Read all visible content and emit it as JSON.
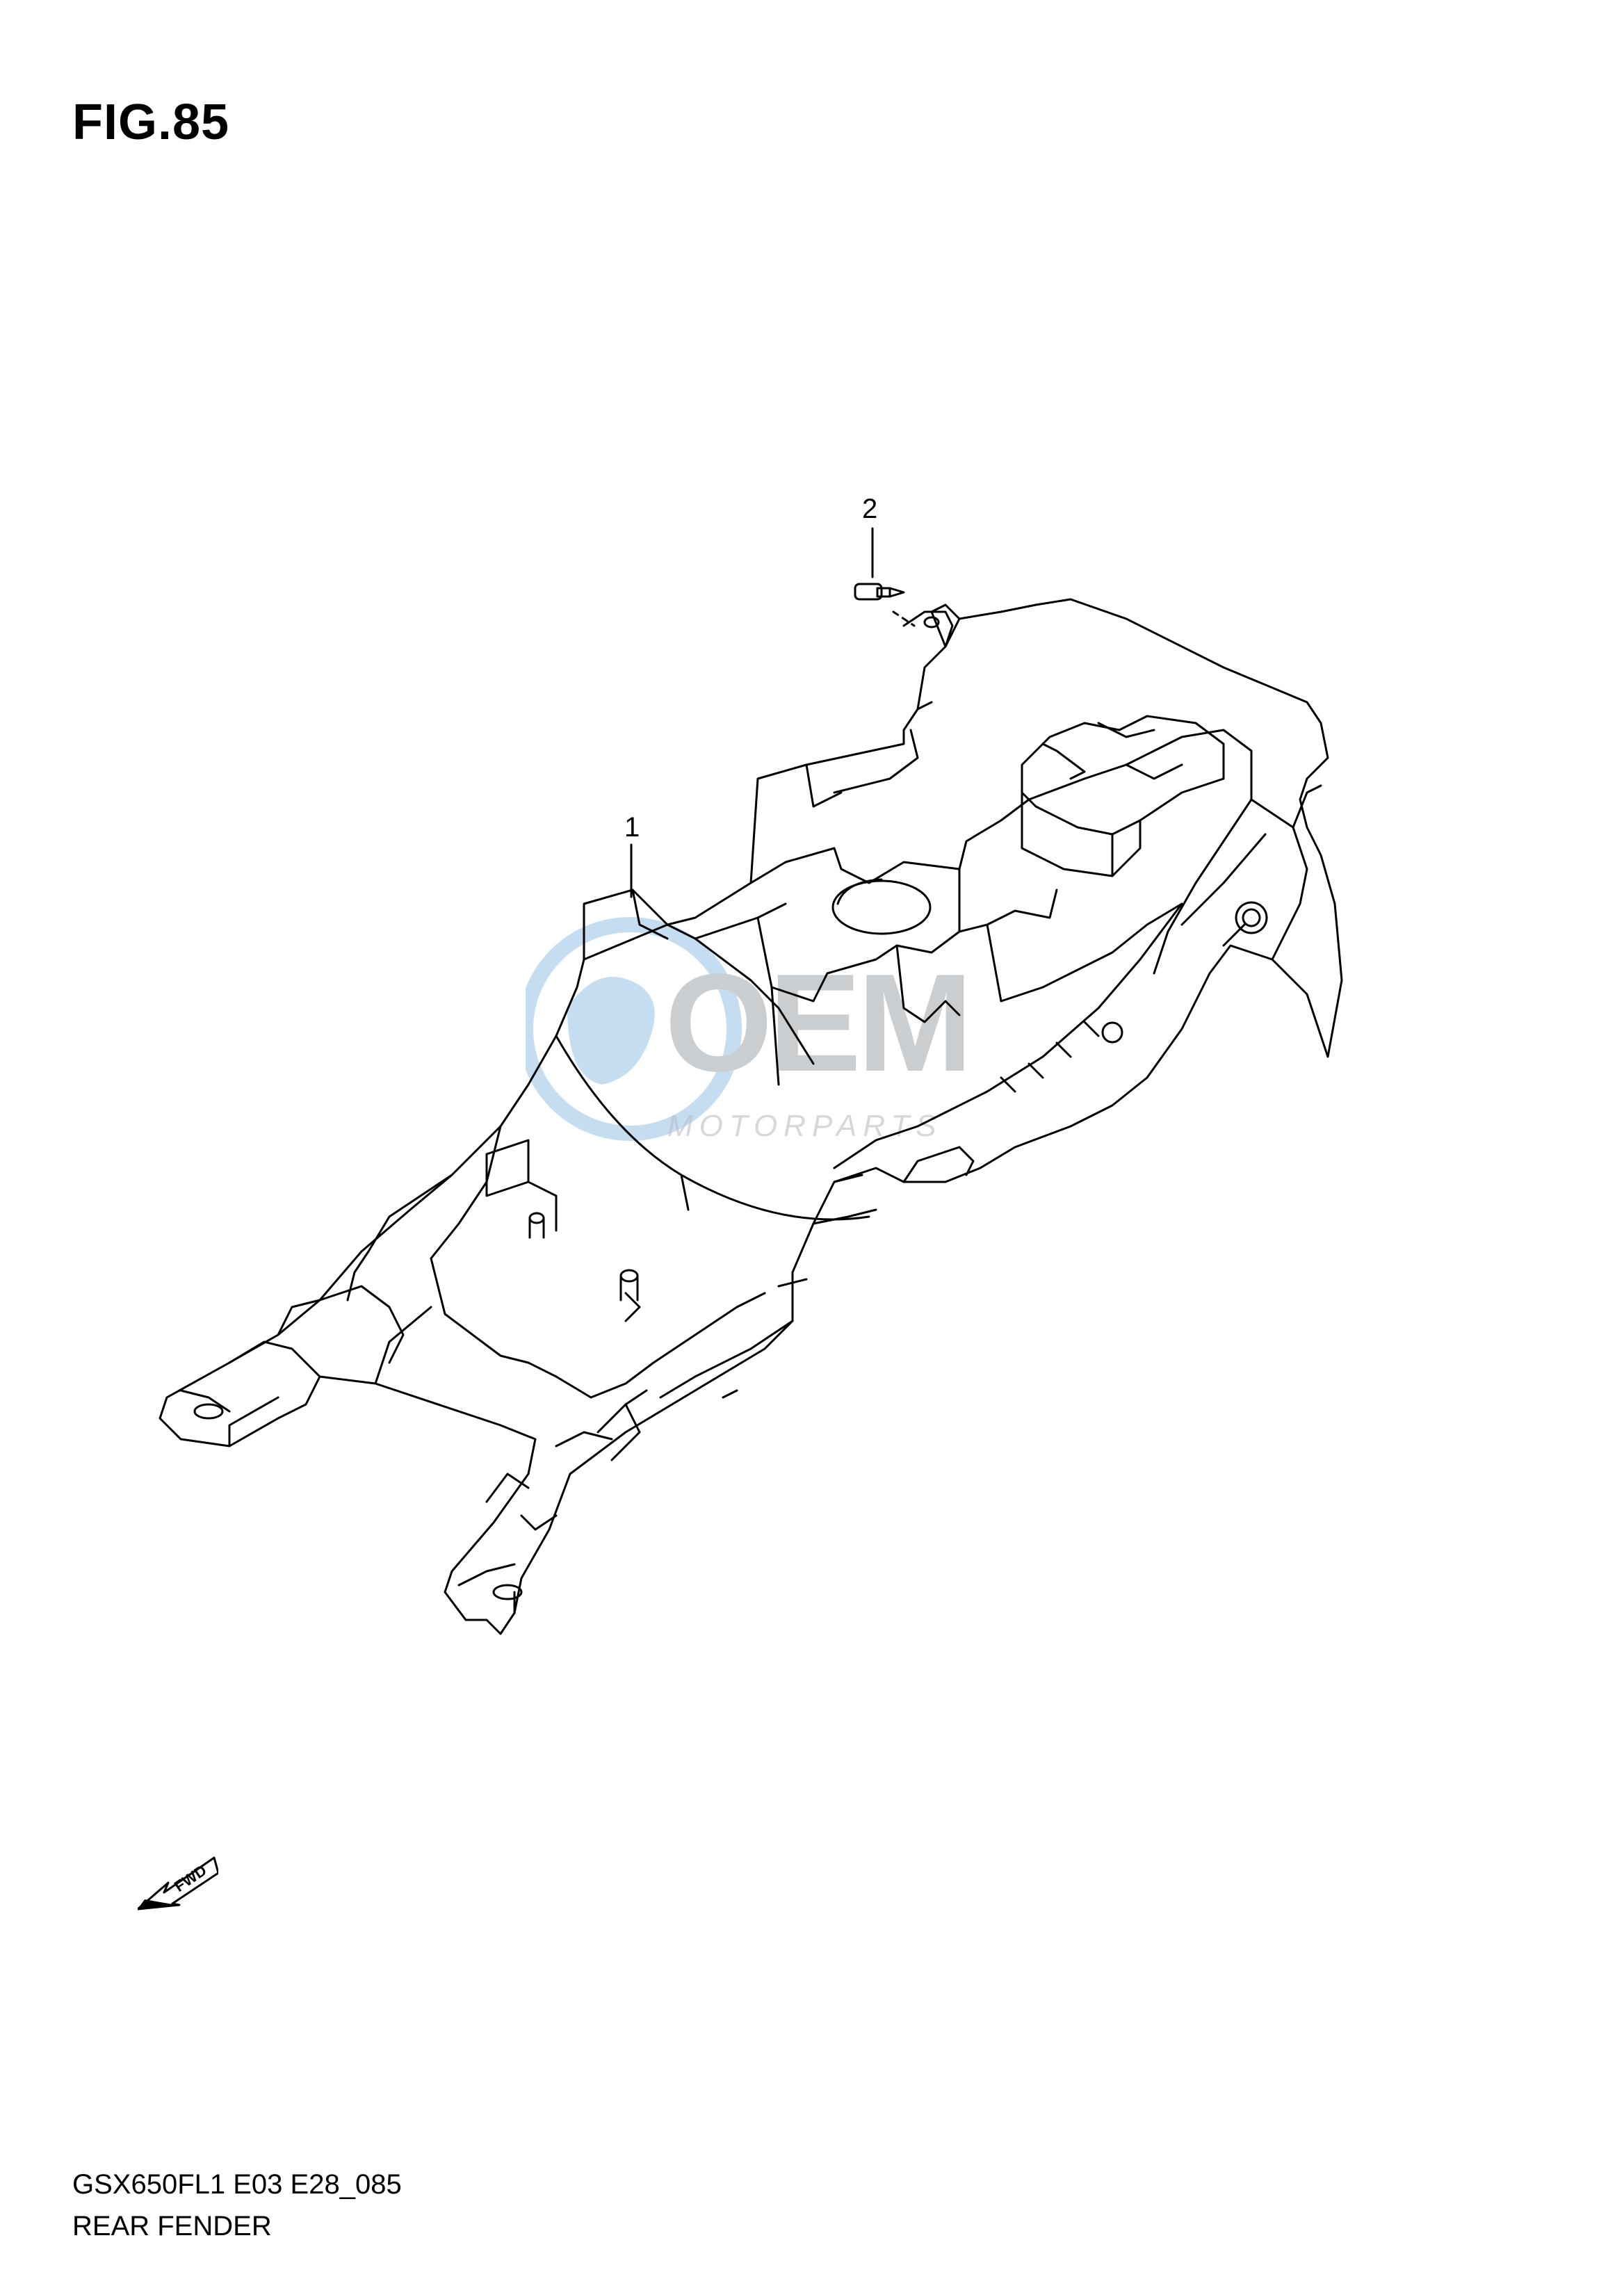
{
  "figure": {
    "title": "FIG.85",
    "code": "GSX650FL1 E03 E28_085",
    "name": "REAR FENDER"
  },
  "callouts": [
    {
      "number": "1",
      "part": "rear fender"
    },
    {
      "number": "2",
      "part": "bolt"
    }
  ],
  "direction_indicator": {
    "label": "FWD",
    "icon": "fwd-arrow-icon"
  },
  "watermark": {
    "logo_text": "OEM",
    "tagline": "MOTORPARTS"
  },
  "colors": {
    "line": "#000000",
    "watermark_gray": "#8e959b",
    "watermark_blue": "#7fb4e0"
  }
}
